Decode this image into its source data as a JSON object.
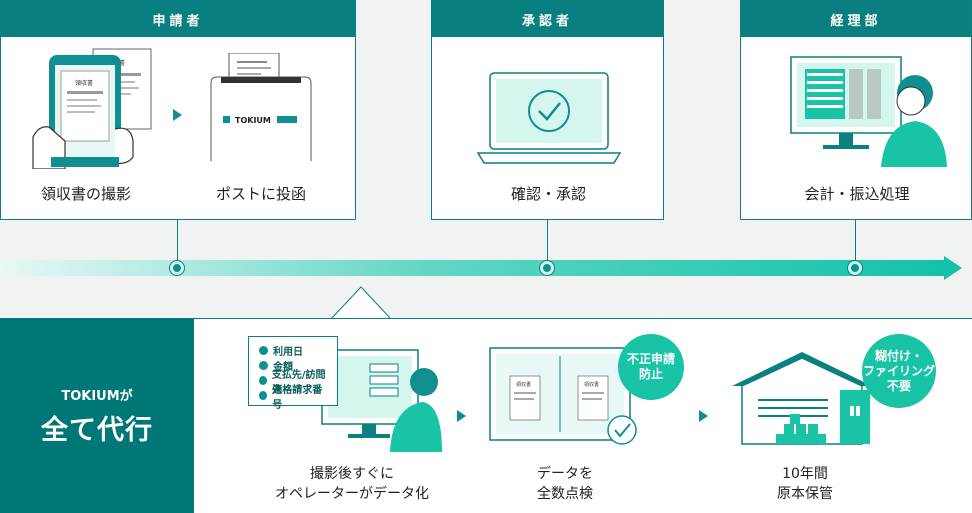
{
  "colors": {
    "primary": "#0a7f7f",
    "accent": "#19c3a6",
    "light": "#cff3ee"
  },
  "top": {
    "applicant": {
      "header": "申請者",
      "step1": "領収書の撮影",
      "step2": "ポストに投函",
      "post_brand": "TOKIUM",
      "doc_label_a": "領収書",
      "doc_label_b": "領収書"
    },
    "approver": {
      "header": "承認者",
      "step": "確認・承認"
    },
    "accounting": {
      "header": "経理部",
      "step": "会計・振込処理"
    }
  },
  "bottom": {
    "left_small": "TOKIUMが",
    "left_big": "全て代行",
    "checklist": [
      "利用日",
      "金額",
      "支払先/訪問先",
      "適格請求番号"
    ],
    "step1": [
      "撮影後すぐに",
      "オペレーターがデータ化"
    ],
    "step2": [
      "データを",
      "全数点検"
    ],
    "step3": [
      "10年間",
      "原本保管"
    ],
    "badge1": [
      "不正申請",
      "防止"
    ],
    "badge2": [
      "糊付け・",
      "ファイリング",
      "不要"
    ],
    "doc_label_c": "領収書",
    "doc_label_d": "領収書"
  }
}
